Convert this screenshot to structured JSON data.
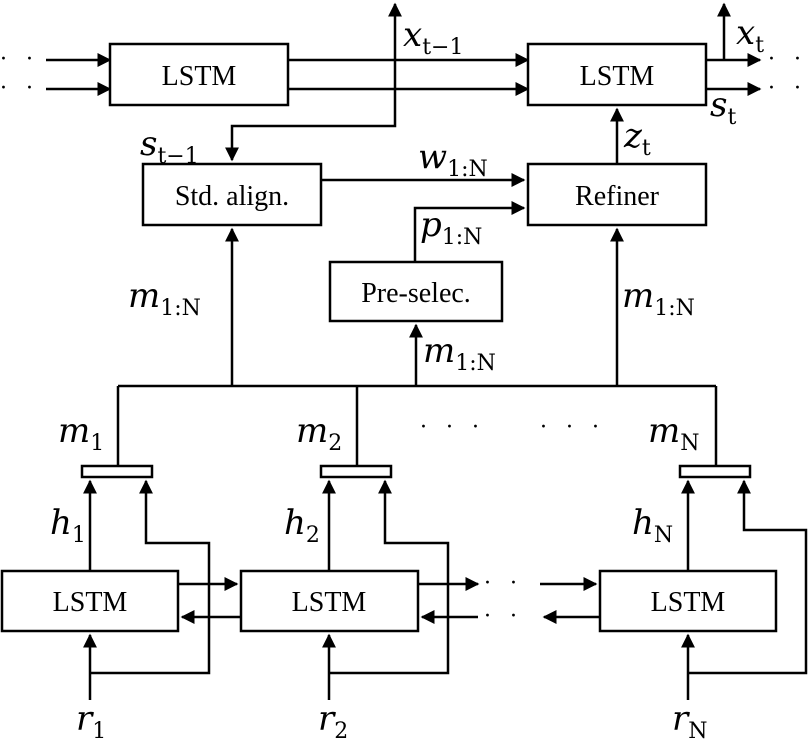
{
  "boxes": {
    "lstm_prev": "LSTM",
    "lstm_curr": "LSTM",
    "std_align": "Std. align.",
    "refiner": "Refiner",
    "pre_selec": "Pre-selec.",
    "enc_lstm_1": "LSTM",
    "enc_lstm_2": "LSTM",
    "enc_lstm_n": "LSTM"
  },
  "labels": {
    "x_prev": {
      "base": "x",
      "sub": "t−1"
    },
    "x_t": {
      "base": "x",
      "sub": "t"
    },
    "s_t": {
      "base": "s",
      "sub": "t"
    },
    "s_prev": {
      "base": "s",
      "sub": "t−1"
    },
    "w": {
      "base": "w",
      "sub": "1:N"
    },
    "p": {
      "base": "p",
      "sub": "1:N"
    },
    "z_t": {
      "base": "z",
      "sub": "t"
    },
    "m_left": {
      "base": "m",
      "sub": "1:N"
    },
    "m_right": {
      "base": "m",
      "sub": "1:N"
    },
    "m_mid": {
      "base": "m",
      "sub": "1:N"
    },
    "m1": {
      "base": "m",
      "sub": "1"
    },
    "m2": {
      "base": "m",
      "sub": "2"
    },
    "mN": {
      "base": "m",
      "sub": "N"
    },
    "h1": {
      "base": "h",
      "sub": "1"
    },
    "h2": {
      "base": "h",
      "sub": "2"
    },
    "hN": {
      "base": "h",
      "sub": "N"
    },
    "r1": {
      "base": "r",
      "sub": "1"
    },
    "r2": {
      "base": "r",
      "sub": "2"
    },
    "rN": {
      "base": "r",
      "sub": "N"
    }
  },
  "ellipses": {
    "top_left": "· ·",
    "top_left_2": "· ·",
    "top_right": "· ·",
    "top_right_2": "· ·",
    "mid_1": "· · ·",
    "mid_2": "· · ·",
    "bottom_1": "· ·",
    "bottom_2": "· ·"
  }
}
